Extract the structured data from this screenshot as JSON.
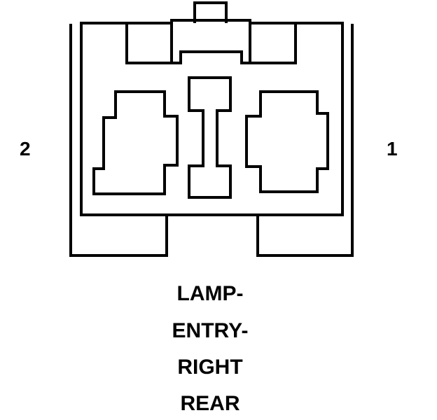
{
  "pins": {
    "left": "2",
    "right": "1"
  },
  "caption": {
    "lines": [
      "LAMP-",
      "ENTRY-",
      "RIGHT",
      "REAR"
    ]
  },
  "colors": {
    "stroke": "#000000",
    "background": "#ffffff"
  }
}
